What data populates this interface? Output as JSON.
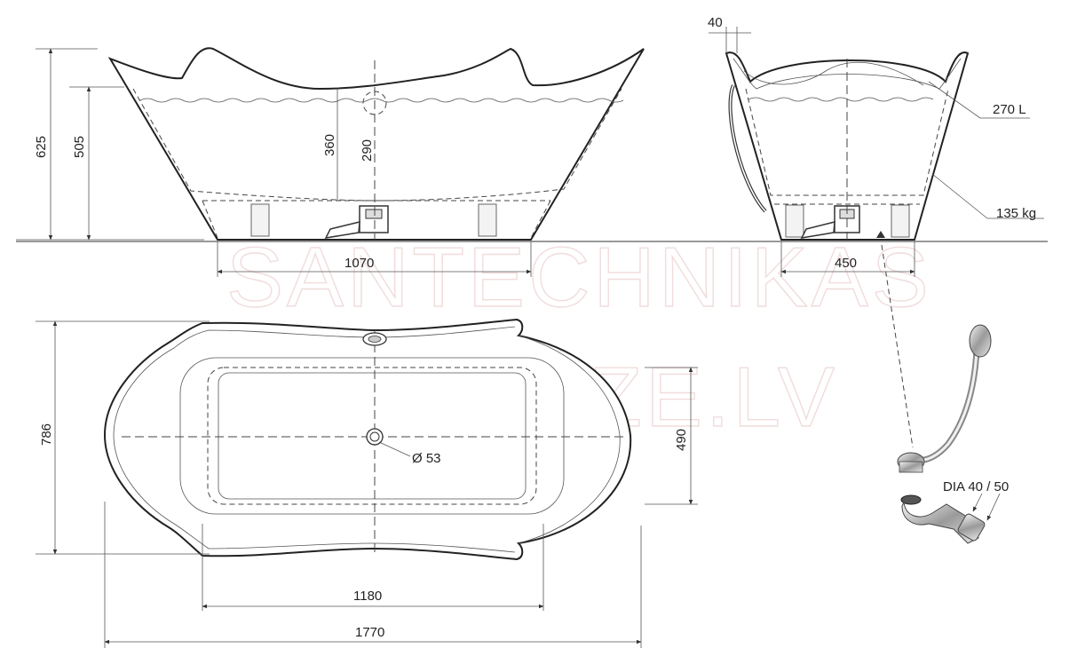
{
  "watermark": {
    "line1": "SANTECHNIKAS",
    "line2": "PARADIZE.LV"
  },
  "dimensions": {
    "overall_height": "625",
    "water_height": "505",
    "inner_depth": "360",
    "overflow_height": "290",
    "base_length": "1070",
    "rim_width": "40",
    "base_width": "450",
    "width": "786",
    "inner_width": "490",
    "drain_diameter": "Ø 53",
    "inner_length": "1180",
    "overall_length": "1770"
  },
  "specs": {
    "volume": "270 L",
    "weight": "135 kg",
    "drain_dia": "DIA 40 / 50"
  }
}
